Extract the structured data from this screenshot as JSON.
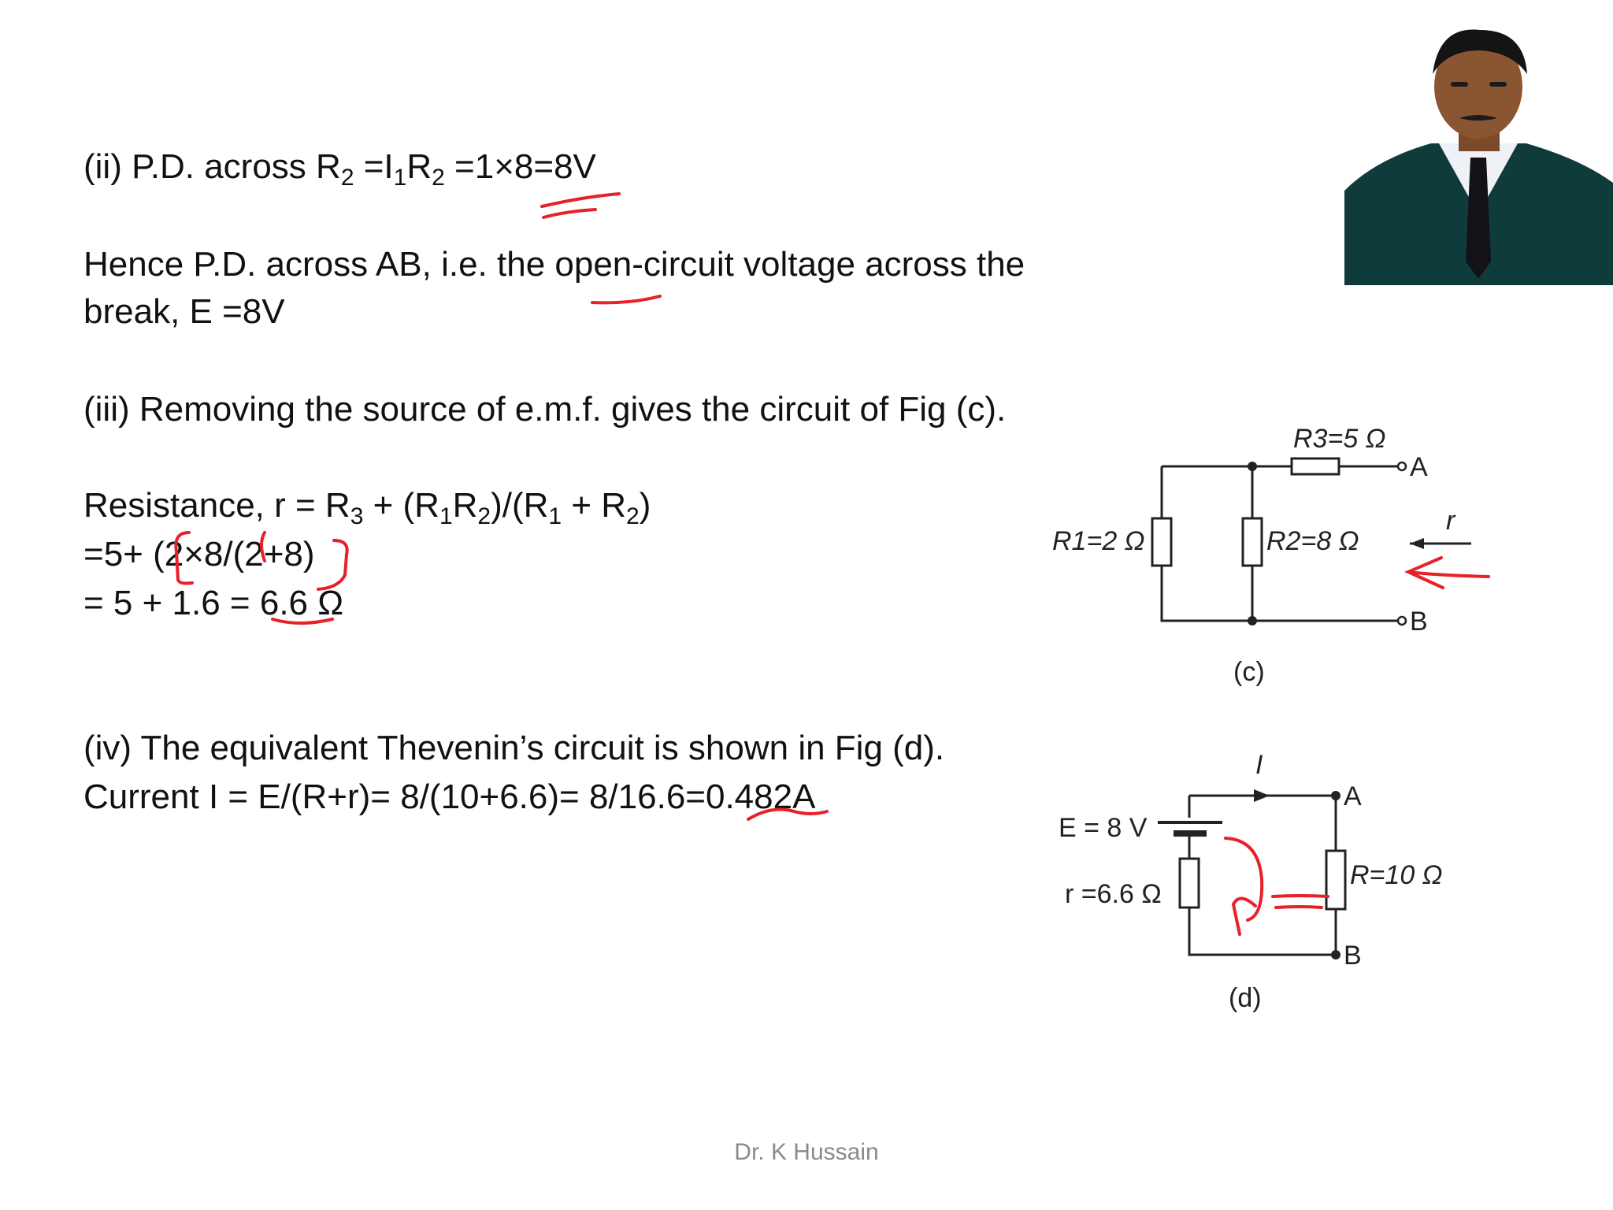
{
  "lines": {
    "l1": {
      "a": "(ii) P.D. across R",
      "s1": "2",
      "b": " =I",
      "s2": "1",
      "c": "R",
      "s3": "2",
      "d": " =1×8=8V"
    },
    "l2": "Hence P.D. across AB, i.e. the open-circuit voltage across the",
    "l3": "break, E =8V",
    "l4": "(iii) Removing the source of e.m.f. gives the circuit of Fig (c).",
    "l5": {
      "a": "Resistance, r = R",
      "s1": "3",
      "b": " + (R",
      "s2": "1",
      "c": "R",
      "s3": "2",
      "d": ")/(R",
      "s4": "1",
      "e": " + R",
      "s5": "2",
      "f": ")"
    },
    "l6": " =5+ (2×8/(2+8)",
    "l7": " = 5 + 1.6 = 6.6 Ω",
    "l8": "(iv) The equivalent   Thevenin’s   circuit   is   shown   in Fig (d).",
    "l9": "Current I = E/(R+r)= 8/(10+6.6)= 8/16.6=0.482A"
  },
  "fig_c": {
    "r3": "R3=5 Ω",
    "r1": "R1=2 Ω",
    "r2": "R2=8 Ω",
    "r": "r",
    "a": "A",
    "b": "B",
    "caption": "(c)"
  },
  "fig_d": {
    "i": "I",
    "e": "E = 8 V",
    "rint": "r =6.6 Ω",
    "r": "R=10 Ω",
    "a": "A",
    "b": "B",
    "caption": "(d)"
  },
  "footer": "Dr. K Hussain",
  "colors": {
    "annotation": "#e8202a",
    "suit": "#0f3b3a"
  }
}
